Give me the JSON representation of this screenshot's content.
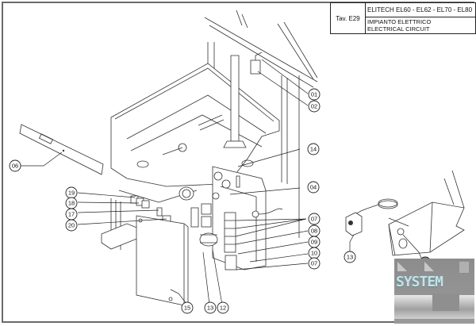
{
  "title_block": {
    "sheet": "Tav. E29",
    "models": "ELITECH EL60 - EL62 - EL70 - EL80",
    "title_it": "IMPIANTO ELETTRICO",
    "title_en": "ELECTRICAL CIRCUIT"
  },
  "callouts": [
    {
      "id": "01",
      "label": "01"
    },
    {
      "id": "02",
      "label": "02"
    },
    {
      "id": "14",
      "label": "14"
    },
    {
      "id": "04",
      "label": "04"
    },
    {
      "id": "07a",
      "label": "07"
    },
    {
      "id": "08",
      "label": "08"
    },
    {
      "id": "09",
      "label": "09"
    },
    {
      "id": "10",
      "label": "10"
    },
    {
      "id": "07b",
      "label": "07"
    },
    {
      "id": "06",
      "label": "06"
    },
    {
      "id": "19",
      "label": "19"
    },
    {
      "id": "18",
      "label": "18"
    },
    {
      "id": "17",
      "label": "17"
    },
    {
      "id": "20",
      "label": "20"
    },
    {
      "id": "15",
      "label": "15"
    },
    {
      "id": "13a",
      "label": "13"
    },
    {
      "id": "12",
      "label": "12"
    },
    {
      "id": "13b",
      "label": "13"
    },
    {
      "id": "16",
      "label": "16"
    }
  ],
  "watermark": {
    "text": "SYSTEM"
  }
}
